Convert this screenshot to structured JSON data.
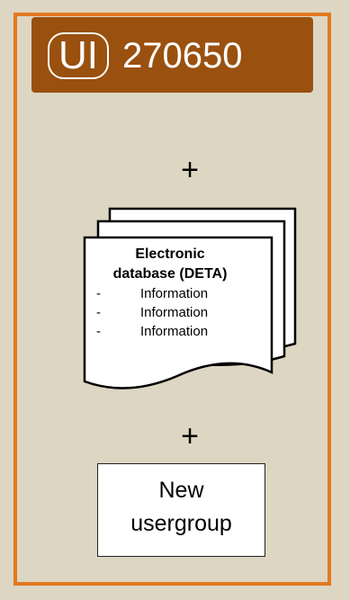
{
  "ui_block": {
    "badge": "UI",
    "number": "270650"
  },
  "plus_signs": {
    "first": "+",
    "second": "+"
  },
  "document": {
    "title_line1": "Electronic",
    "title_line2": "database (DETA)",
    "items": [
      {
        "dash": "-",
        "text": "Information"
      },
      {
        "dash": "-",
        "text": "Information"
      },
      {
        "dash": "-",
        "text": "Information"
      }
    ]
  },
  "new_box": {
    "line1": "New",
    "line2": "usergroup"
  },
  "colors": {
    "background": "#ddd6c3",
    "border_accent": "#e3791f",
    "ui_block_fill": "#9a500f",
    "text_light": "#ffffff",
    "text_dark": "#000000"
  }
}
